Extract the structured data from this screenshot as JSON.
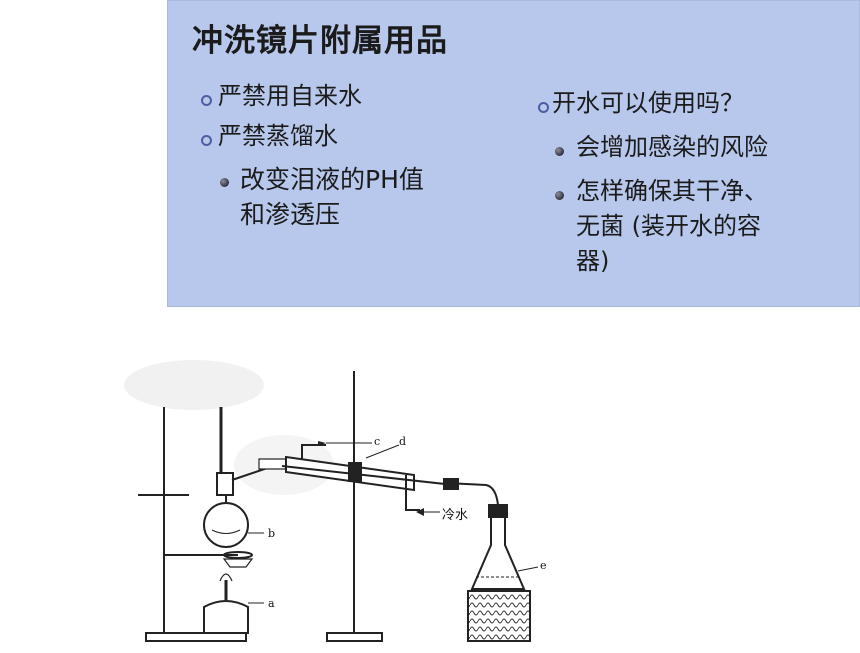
{
  "slide": {
    "title": "冲洗镜片附属用品",
    "left_bullets": [
      "严禁用自来水",
      "严禁蒸馏水"
    ],
    "left_sub_bullet": [
      "改变泪液的PH值",
      "和渗透压"
    ],
    "right_bullet": "开水可以使用吗？",
    "right_sub_bullets": [
      [
        "会增加感染的风险"
      ],
      [
        "怎样确保其干净、",
        "无菌 (装开水的容",
        "器)"
      ]
    ]
  },
  "figure": {
    "labels": {
      "a": "a",
      "b": "b",
      "c": "c",
      "d": "d",
      "e": "e",
      "cold_water": "冷水"
    }
  }
}
